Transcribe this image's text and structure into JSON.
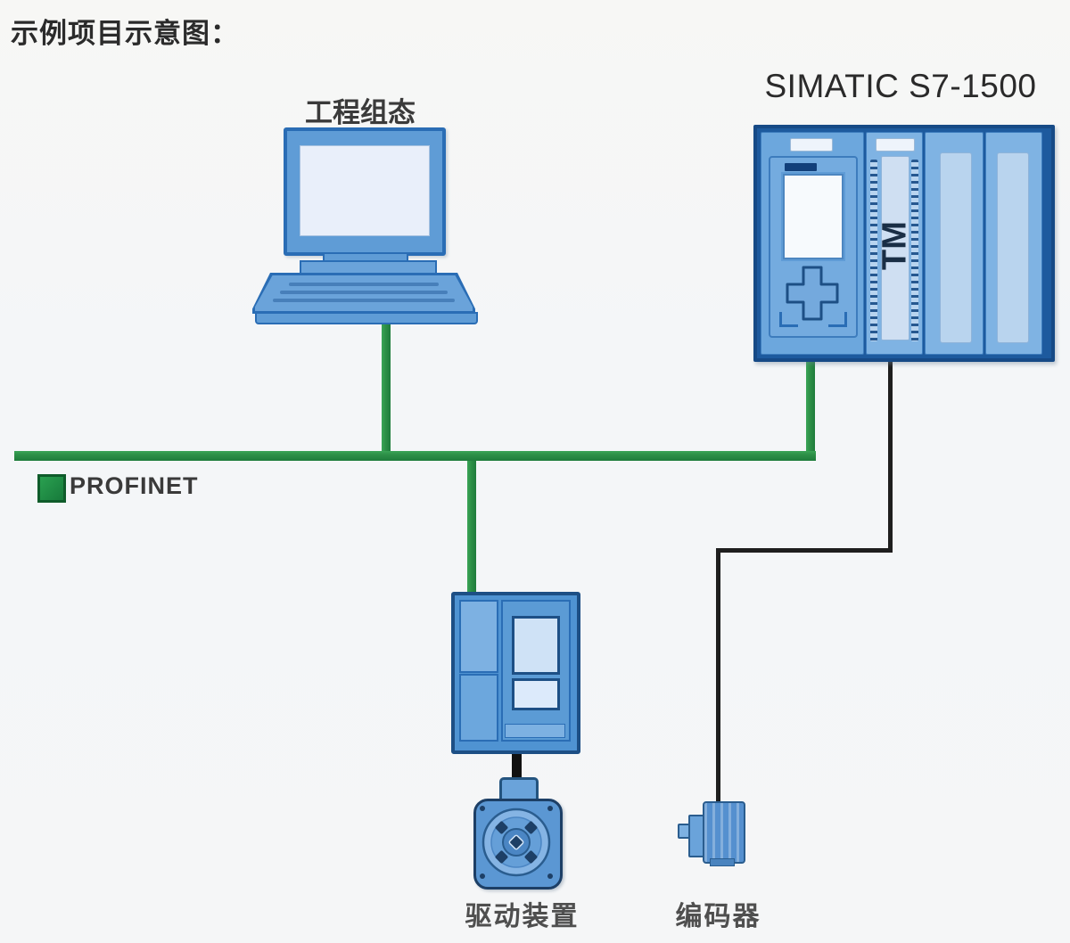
{
  "title": "示例项目示意图：",
  "engineering_station": {
    "label": "工程组态"
  },
  "plc": {
    "title": "SIMATIC S7-1500",
    "tm_label": "TM"
  },
  "network": {
    "label": "PROFINET",
    "color": "#2e9148"
  },
  "drive": {
    "label": "驱动装置"
  },
  "encoder": {
    "label": "编码器"
  },
  "colors": {
    "device_blue": "#5b9bd5",
    "device_border_blue": "#1d4f85",
    "profinet_green": "#2e9148",
    "signal_black": "#1e1e1e",
    "background": "#f5f6f7"
  }
}
